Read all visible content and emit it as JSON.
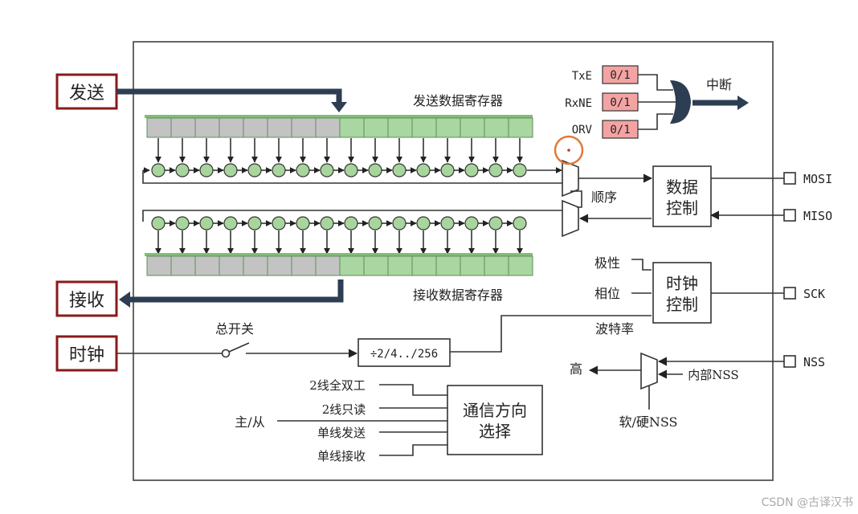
{
  "side_labels": {
    "send": "发送",
    "receive": "接收",
    "clock": "时钟"
  },
  "registers": {
    "tx_title": "发送数据寄存器",
    "rx_title": "接收数据寄存器"
  },
  "flags": [
    {
      "name": "TxE",
      "value": "0/1"
    },
    {
      "name": "RxNE",
      "value": "0/1"
    },
    {
      "name": "ORV",
      "value": "0/1"
    }
  ],
  "interrupt": "中断",
  "order_label": "顺序",
  "data_ctrl": [
    "数据",
    "控制"
  ],
  "clock_ctrl": [
    "时钟",
    "控制"
  ],
  "polarity": "极性",
  "phase": "相位",
  "baud": "波特率",
  "pins": [
    "MOSI",
    "MISO",
    "SCK",
    "NSS"
  ],
  "master_switch": "总开关",
  "divider": "÷2/4../256",
  "high": "高",
  "internal_nss": "内部NSS",
  "sw_hw_nss": "软/硬NSS",
  "master_slave": "主/从",
  "modes": [
    "2线全双工",
    "2线只读",
    "单线发送",
    "单线接收"
  ],
  "dir_select": [
    "通信方向",
    "选择"
  ],
  "watermark": "CSDN @古译汉书",
  "colors": {
    "shift_gray": "#c3c3c3",
    "shift_green": "#a9d6a1",
    "node_green": "#a8d59d",
    "flag_pink": "#f4a3a3",
    "side_border": "#8a1a1a",
    "bus_arrow": "#2d3d52",
    "cursor_ring": "#e07a3a"
  }
}
